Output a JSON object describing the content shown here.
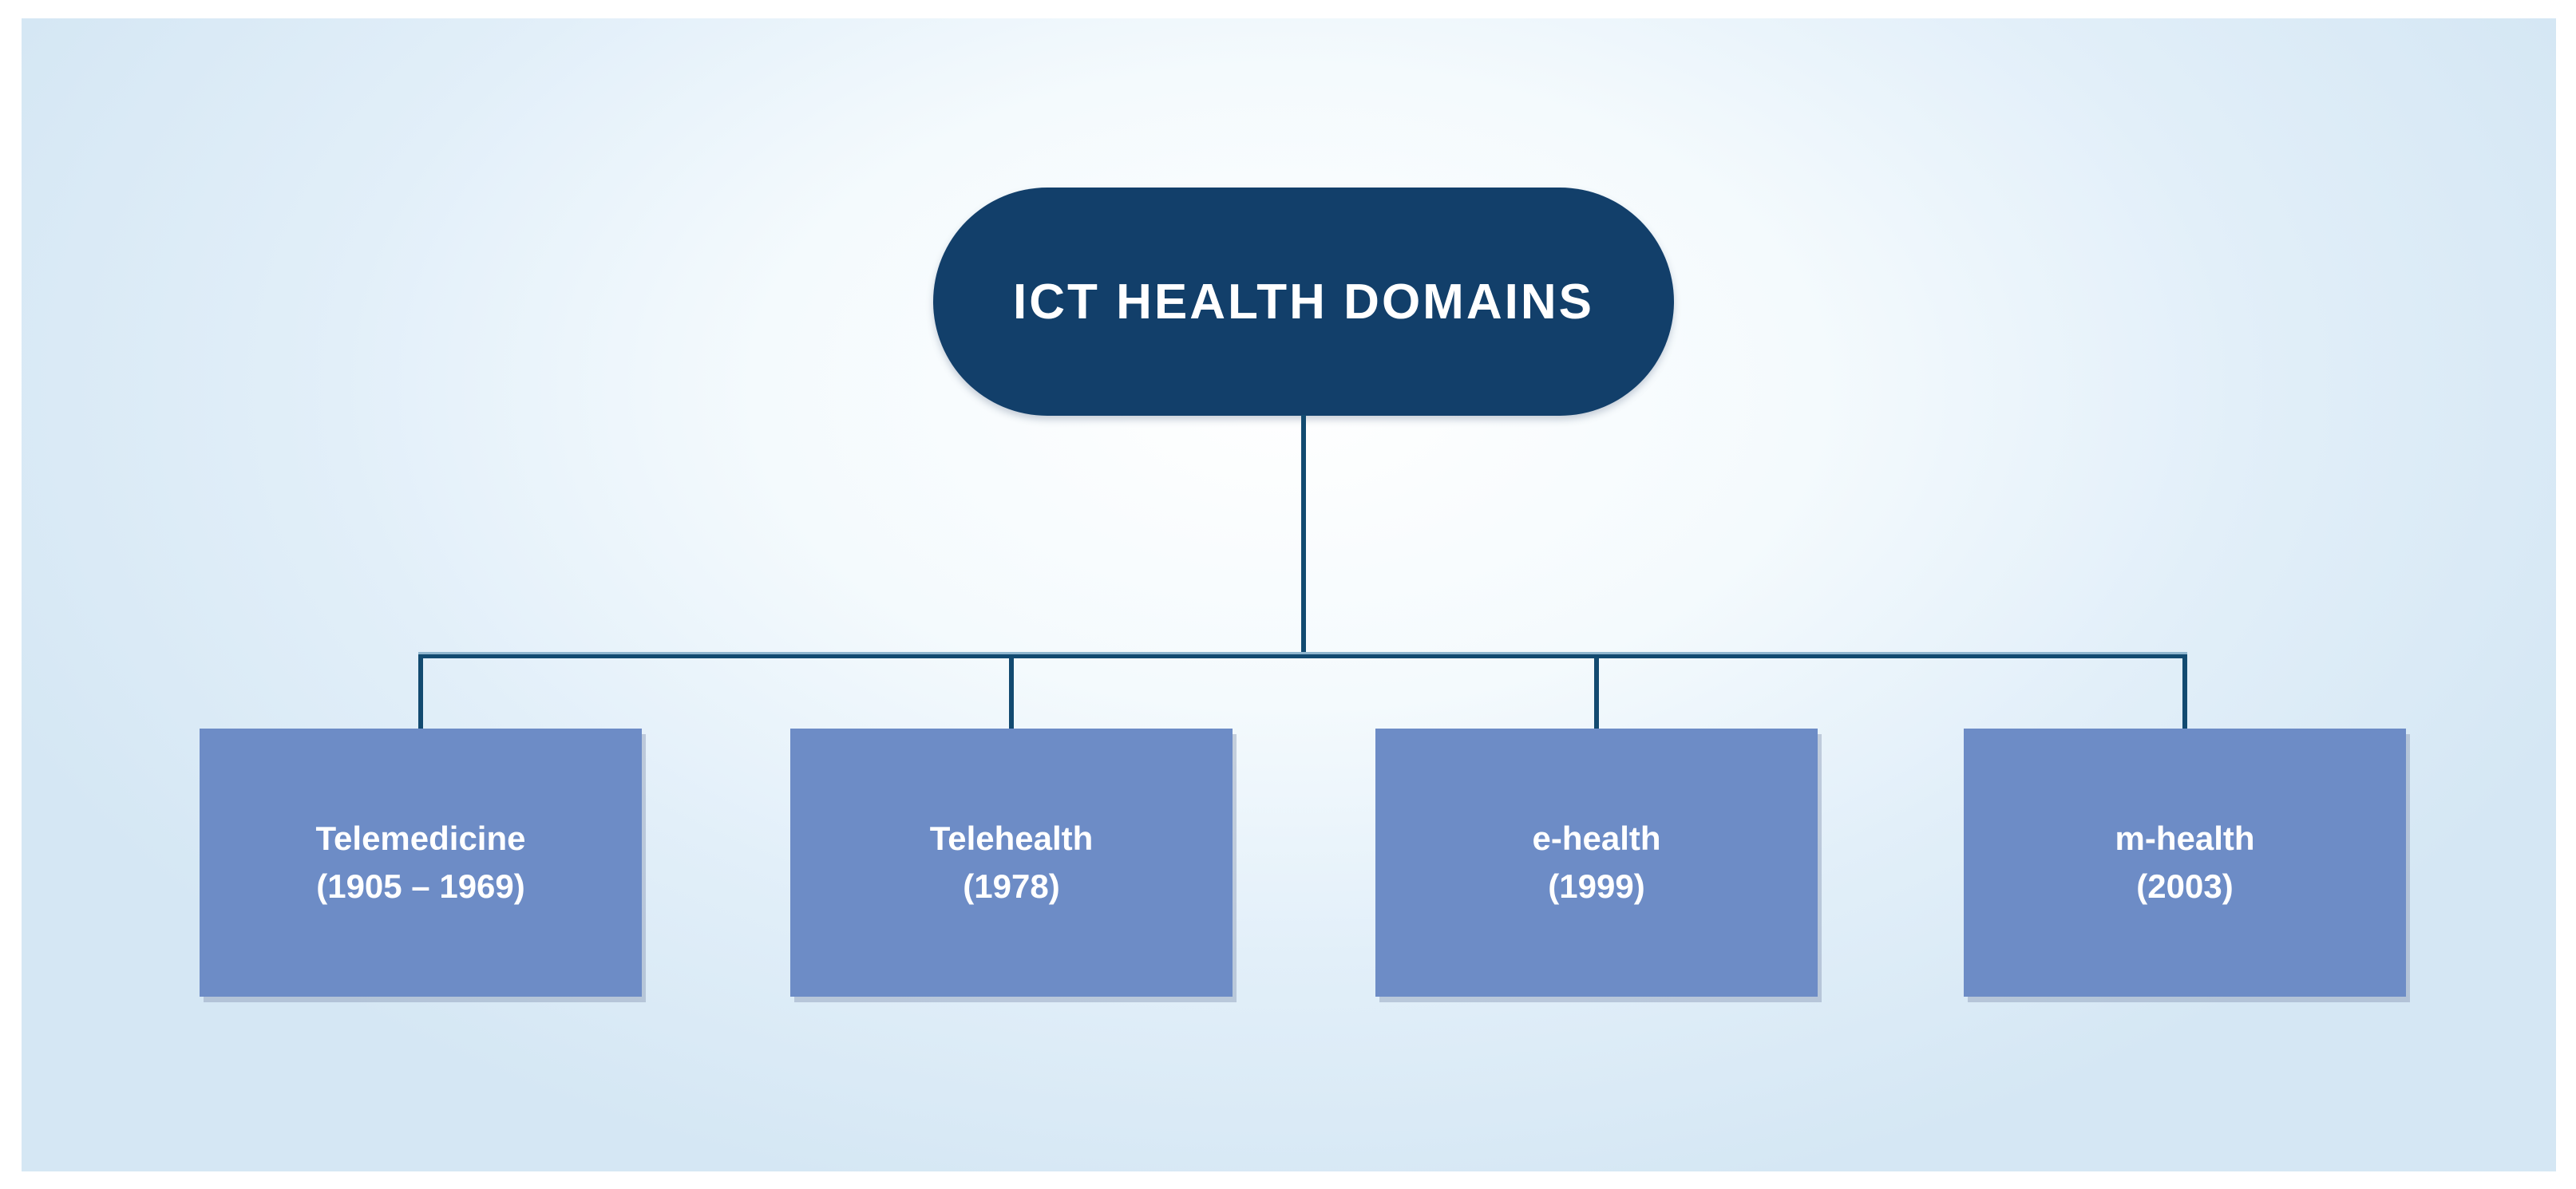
{
  "diagram": {
    "root": {
      "label": "ICT HEALTH DOMAINS"
    },
    "children": [
      {
        "name": "Telemedicine",
        "period": "(1905 – 1969)"
      },
      {
        "name": "Telehealth",
        "period": "(1978)"
      },
      {
        "name": "e-health",
        "period": "(1999)"
      },
      {
        "name": "m-health",
        "period": "(2003)"
      }
    ],
    "colors": {
      "root_fill": "#123f6a",
      "child_fill": "#6d8cc6",
      "connector": "#124a70",
      "connector_hi": "#8fb6cf",
      "panel_edge": "#d5e7f4",
      "text": "#ffffff"
    }
  }
}
